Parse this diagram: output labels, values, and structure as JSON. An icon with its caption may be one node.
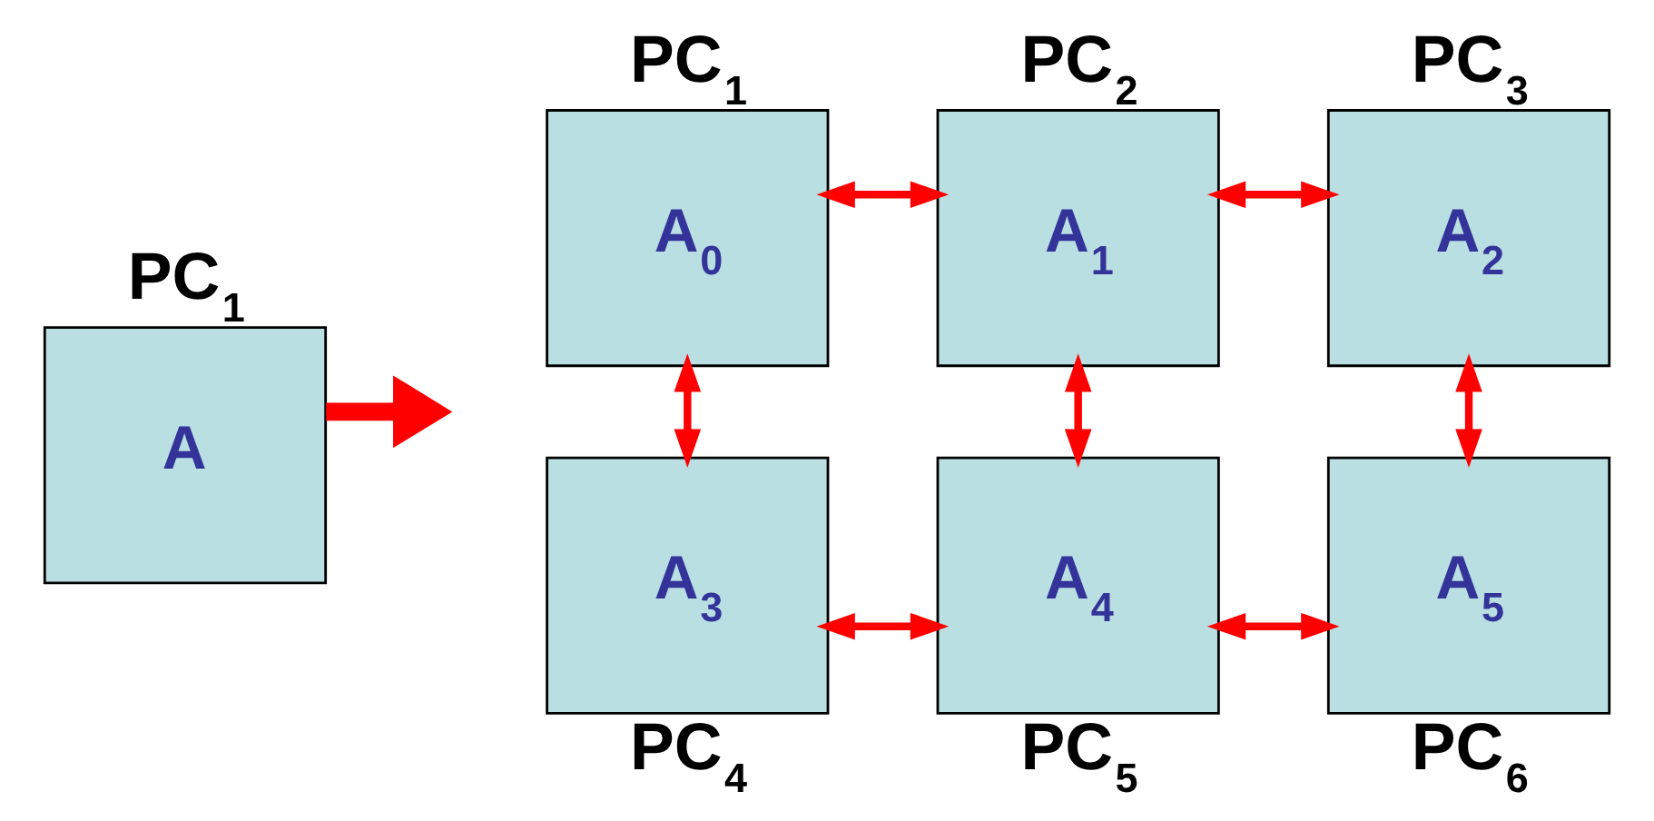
{
  "diagram": {
    "nodes": [
      {
        "text": [
          "PC$_{1}$",
          "A"
        ]
      },
      {
        "text": [
          "PC$_{1}$",
          "A$_{0}$"
        ]
      },
      {
        "text": [
          "PC$_{2}$",
          "A$_{1}$"
        ]
      },
      {
        "text": [
          "PC$_{3}$",
          "A$_{2}$"
        ]
      },
      {
        "text": [
          "A$_{3}$",
          "PC$_{4}$"
        ]
      },
      {
        "text": [
          "A$_{4}$",
          "PC$_{5}$"
        ]
      },
      {
        "text": [
          "A$_{5}$",
          "PC$_{6}$"
        ]
      }
    ],
    "edges": [
      {
        "from": 0,
        "to": null,
        "arrow": "to",
        "style": "thick"
      },
      {
        "from": 1,
        "to": 2,
        "arrow": "both"
      },
      {
        "from": 2,
        "to": 3,
        "arrow": "both"
      },
      {
        "from": 1,
        "to": 4,
        "arrow": "both"
      },
      {
        "from": 2,
        "to": 5,
        "arrow": "both"
      },
      {
        "from": 3,
        "to": 6,
        "arrow": "both"
      },
      {
        "from": 4,
        "to": 5,
        "arrow": "both"
      },
      {
        "from": 5,
        "to": 6,
        "arrow": "both"
      }
    ]
  }
}
